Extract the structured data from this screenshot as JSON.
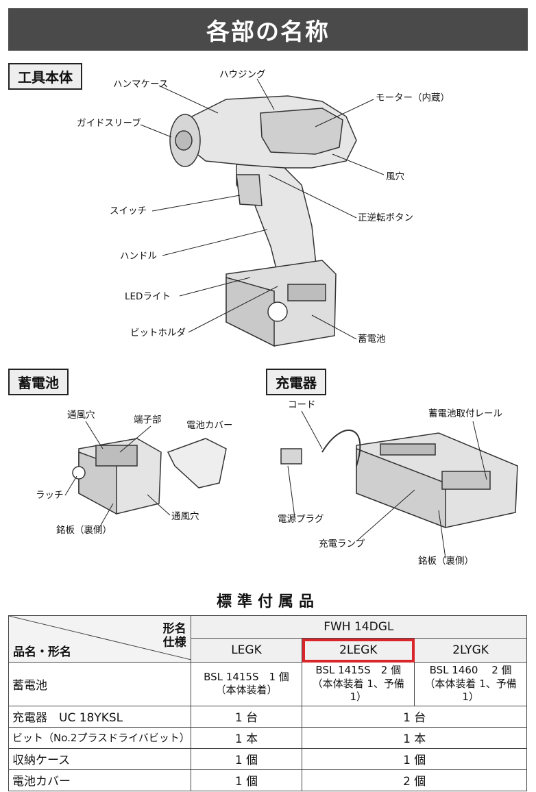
{
  "title": "各部の名称",
  "sections": {
    "tool": "工具本体",
    "battery": "蓄電池",
    "charger": "充電器"
  },
  "tool_labels": {
    "hammer_case": "ハンマケース",
    "housing": "ハウジング",
    "motor": "モーター（内蔵）",
    "guide_sleeve": "ガイドスリーブ",
    "vent": "風穴",
    "switch": "スイッチ",
    "reverse_button": "正逆転ボタン",
    "handle": "ハンドル",
    "led": "LEDライト",
    "bit_holder": "ビットホルダ",
    "battery": "蓄電池"
  },
  "battery_labels": {
    "vent_top": "通風穴",
    "terminal": "端子部",
    "cover": "電池カバー",
    "latch": "ラッチ",
    "vent_side": "通風穴",
    "nameplate": "銘板（裏側）"
  },
  "charger_labels": {
    "cord": "コード",
    "rail": "蓄電池取付レール",
    "plug": "電源プラグ",
    "lamp": "充電ランプ",
    "nameplate": "銘板（裏側）"
  },
  "table": {
    "title": "標準付属品",
    "corner_model": "形名",
    "corner_spec": "仕様",
    "corner_item": "品名・形名",
    "model": "FWH 14DGL",
    "variants": [
      "LEGK",
      "2LEGK",
      "2LYGK"
    ],
    "rows": [
      {
        "item": "蓄電池",
        "c1": "BSL 1415S　1 個",
        "c1b": "（本体装着）",
        "c2": "BSL 1415S　2 個",
        "c2b": "（本体装着 1、予備 1）",
        "c3": "BSL 1460　 2 個",
        "c3b": "（本体装着 1、予備 1）"
      },
      {
        "item": "充電器　UC 18YKSL",
        "c1": "1 台",
        "c23": "1 台"
      },
      {
        "item": "ビット（No.2プラスドライバビット）",
        "c1": "1 本",
        "c23": "1 本"
      },
      {
        "item": "収納ケース",
        "c1": "1 個",
        "c23": "1 個"
      },
      {
        "item": "電池カバー",
        "c1": "1 個",
        "c23": "2 個"
      }
    ]
  },
  "colors": {
    "banner": "#4a4a4a",
    "highlight": "#d8262b"
  }
}
